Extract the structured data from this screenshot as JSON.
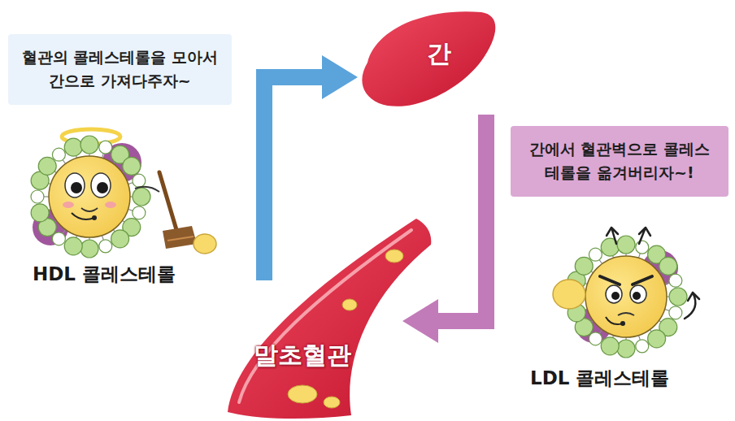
{
  "diagram": {
    "nodes": [
      {
        "text": [
          "혈관의 콜레스테롤을 모아서 간으로 가져다주자~"
        ]
      },
      {
        "text": [
          "간"
        ]
      },
      {
        "text": [
          "간에서 혈관벽으로 콜레스테롤을 옮겨버리자~!"
        ]
      },
      {
        "text": [
          "말초혈관"
        ]
      }
    ],
    "edges": [
      {
        "from": 3,
        "to": 1,
        "arrow": "to"
      },
      {
        "from": 1,
        "to": 3,
        "arrow": "to"
      }
    ],
    "labels": [
      "HDL 콜레스테롤",
      "LDL 콜레스테롤"
    ]
  }
}
